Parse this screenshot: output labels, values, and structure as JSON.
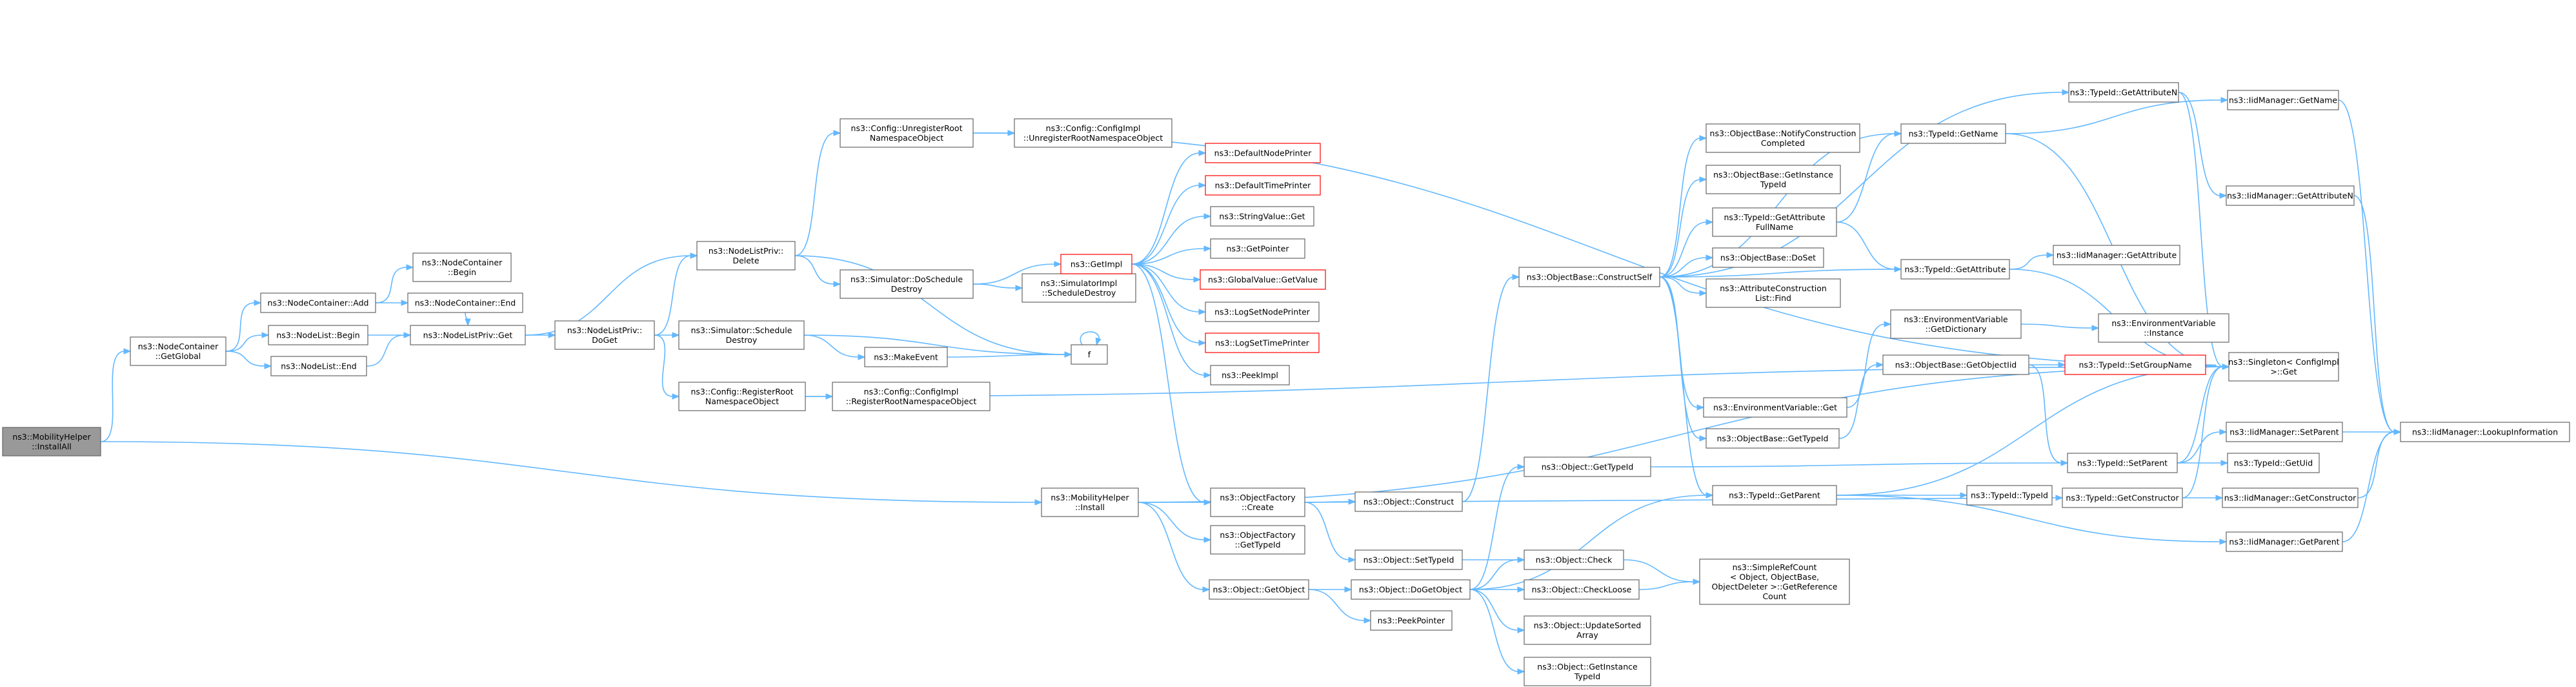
{
  "colors": {
    "edge": "#63b8ff",
    "node_border": "#666666",
    "node_border_incomplete": "#ff0000",
    "root_fill": "#999999",
    "node_fill": "#ffffff"
  },
  "nodes": [
    {
      "id": "n0",
      "lines": [
        "ns3::MobilityHelper",
        "::InstallAll"
      ],
      "root": true
    },
    {
      "id": "n1",
      "lines": [
        "ns3::NodeContainer",
        "::GetGlobal"
      ]
    },
    {
      "id": "n2",
      "lines": [
        "ns3::NodeContainer::Add"
      ]
    },
    {
      "id": "n3",
      "lines": [
        "ns3::NodeList::Begin"
      ]
    },
    {
      "id": "n4",
      "lines": [
        "ns3::NodeList::End"
      ]
    },
    {
      "id": "n5",
      "lines": [
        "ns3::NodeContainer",
        "::Begin"
      ]
    },
    {
      "id": "n6",
      "lines": [
        "ns3::NodeContainer::End"
      ]
    },
    {
      "id": "n7",
      "lines": [
        "ns3::NodeListPriv::Get"
      ]
    },
    {
      "id": "n8",
      "lines": [
        "ns3::NodeListPriv::",
        "DoGet"
      ]
    },
    {
      "id": "n9",
      "lines": [
        "ns3::NodeListPriv::",
        "Delete"
      ]
    },
    {
      "id": "n10",
      "lines": [
        "ns3::Config::UnregisterRoot",
        "NamespaceObject"
      ]
    },
    {
      "id": "n11",
      "lines": [
        "ns3::Config::ConfigImpl",
        "::UnregisterRootNamespaceObject"
      ]
    },
    {
      "id": "n12",
      "lines": [
        "ns3::Simulator::DoSchedule",
        "Destroy"
      ]
    },
    {
      "id": "n13",
      "lines": [
        "ns3::Simulator::Schedule",
        "Destroy"
      ]
    },
    {
      "id": "n14",
      "lines": [
        "ns3::Config::RegisterRoot",
        "NamespaceObject"
      ]
    },
    {
      "id": "n15",
      "lines": [
        "ns3::Config::ConfigImpl",
        "::RegisterRootNamespaceObject"
      ]
    },
    {
      "id": "n16",
      "lines": [
        "ns3::MakeEvent"
      ]
    },
    {
      "id": "n17",
      "lines": [
        "ns3::SimulatorImpl",
        "::ScheduleDestroy"
      ]
    },
    {
      "id": "n18",
      "lines": [
        "ns3::GetImpl"
      ],
      "red": true
    },
    {
      "id": "n19",
      "lines": [
        "f"
      ]
    },
    {
      "id": "n20",
      "lines": [
        "ns3::DefaultNodePrinter"
      ],
      "red": true
    },
    {
      "id": "n21",
      "lines": [
        "ns3::DefaultTimePrinter"
      ],
      "red": true
    },
    {
      "id": "n22",
      "lines": [
        "ns3::StringValue::Get"
      ]
    },
    {
      "id": "n23",
      "lines": [
        "ns3::GetPointer"
      ]
    },
    {
      "id": "n24",
      "lines": [
        "ns3::GlobalValue::GetValue"
      ],
      "red": true
    },
    {
      "id": "n25",
      "lines": [
        "ns3::LogSetNodePrinter"
      ]
    },
    {
      "id": "n26",
      "lines": [
        "ns3::LogSetTimePrinter"
      ],
      "red": true
    },
    {
      "id": "n27",
      "lines": [
        "ns3::PeekImpl"
      ]
    },
    {
      "id": "n28",
      "lines": [
        "ns3::MobilityHelper",
        "::Install"
      ]
    },
    {
      "id": "n29",
      "lines": [
        "ns3::ObjectFactory",
        "::Create"
      ]
    },
    {
      "id": "n30",
      "lines": [
        "ns3::ObjectFactory",
        "::GetTypeId"
      ]
    },
    {
      "id": "n31",
      "lines": [
        "ns3::Object::GetObject"
      ]
    },
    {
      "id": "n32",
      "lines": [
        "ns3::Object::Construct"
      ]
    },
    {
      "id": "n33",
      "lines": [
        "ns3::Object::SetTypeId"
      ]
    },
    {
      "id": "n34",
      "lines": [
        "ns3::Object::DoGetObject"
      ]
    },
    {
      "id": "n35",
      "lines": [
        "ns3::PeekPointer"
      ]
    },
    {
      "id": "n36",
      "lines": [
        "ns3::ObjectBase::ConstructSelf"
      ]
    },
    {
      "id": "n37",
      "lines": [
        "ns3::Object::GetTypeId"
      ]
    },
    {
      "id": "n38",
      "lines": [
        "ns3::Object::Check"
      ]
    },
    {
      "id": "n39",
      "lines": [
        "ns3::Object::CheckLoose"
      ]
    },
    {
      "id": "n40",
      "lines": [
        "ns3::Object::UpdateSorted",
        "Array"
      ]
    },
    {
      "id": "n41",
      "lines": [
        "ns3::Object::GetInstance",
        "TypeId"
      ]
    },
    {
      "id": "n42",
      "lines": [
        "ns3::ObjectBase::NotifyConstruction",
        "Completed"
      ]
    },
    {
      "id": "n43",
      "lines": [
        "ns3::ObjectBase::GetInstance",
        "TypeId"
      ]
    },
    {
      "id": "n44",
      "lines": [
        "ns3::TypeId::GetAttribute",
        "FullName"
      ]
    },
    {
      "id": "n45",
      "lines": [
        "ns3::ObjectBase::DoSet"
      ]
    },
    {
      "id": "n46",
      "lines": [
        "ns3::AttributeConstruction",
        "List::Find"
      ]
    },
    {
      "id": "n47",
      "lines": [
        "ns3::EnvironmentVariable::Get"
      ]
    },
    {
      "id": "n48",
      "lines": [
        "ns3::ObjectBase::GetTypeId"
      ]
    },
    {
      "id": "n49",
      "lines": [
        "ns3::TypeId::GetParent"
      ]
    },
    {
      "id": "n50",
      "lines": [
        "ns3::SimpleRefCount",
        "< Object, ObjectBase,",
        "ObjectDeleter >::GetReference",
        "Count"
      ]
    },
    {
      "id": "n51",
      "lines": [
        "ns3::TypeId::GetName"
      ]
    },
    {
      "id": "n52",
      "lines": [
        "ns3::TypeId::GetAttribute"
      ]
    },
    {
      "id": "n53",
      "lines": [
        "ns3::EnvironmentVariable",
        "::GetDictionary"
      ]
    },
    {
      "id": "n54",
      "lines": [
        "ns3::ObjectBase::GetObjectIid"
      ]
    },
    {
      "id": "n55",
      "lines": [
        "ns3::TypeId::TypeId"
      ]
    },
    {
      "id": "n56",
      "lines": [
        "ns3::TypeId::GetAttributeN"
      ]
    },
    {
      "id": "n57",
      "lines": [
        "ns3::IidManager::GetAttribute"
      ]
    },
    {
      "id": "n58",
      "lines": [
        "ns3::EnvironmentVariable",
        "::Instance"
      ]
    },
    {
      "id": "n59",
      "lines": [
        "ns3::TypeId::SetGroupName"
      ],
      "red": true
    },
    {
      "id": "n60",
      "lines": [
        "ns3::TypeId::SetParent"
      ]
    },
    {
      "id": "n61",
      "lines": [
        "ns3::TypeId::GetConstructor"
      ]
    },
    {
      "id": "n62",
      "lines": [
        "ns3::IidManager::GetName"
      ]
    },
    {
      "id": "n63",
      "lines": [
        "ns3::IidManager::GetAttributeN"
      ]
    },
    {
      "id": "n64",
      "lines": [
        "ns3::Singleton< ConfigImpl",
        ">::Get"
      ]
    },
    {
      "id": "n65",
      "lines": [
        "ns3::IidManager::SetParent"
      ]
    },
    {
      "id": "n66",
      "lines": [
        "ns3::TypeId::GetUid"
      ]
    },
    {
      "id": "n67",
      "lines": [
        "ns3::IidManager::GetConstructor"
      ]
    },
    {
      "id": "n68",
      "lines": [
        "ns3::IidManager::GetParent"
      ]
    },
    {
      "id": "n69",
      "lines": [
        "ns3::IidManager::LookupInformation"
      ]
    }
  ],
  "edges": [
    [
      "n0",
      "n1"
    ],
    [
      "n0",
      "n28"
    ],
    [
      "n1",
      "n2"
    ],
    [
      "n1",
      "n3"
    ],
    [
      "n1",
      "n4"
    ],
    [
      "n2",
      "n5"
    ],
    [
      "n2",
      "n6"
    ],
    [
      "n3",
      "n7"
    ],
    [
      "n4",
      "n7"
    ],
    [
      "n6",
      "n7"
    ],
    [
      "n7",
      "n8"
    ],
    [
      "n7",
      "n9"
    ],
    [
      "n8",
      "n9"
    ],
    [
      "n8",
      "n13"
    ],
    [
      "n8",
      "n14"
    ],
    [
      "n9",
      "n10"
    ],
    [
      "n9",
      "n12"
    ],
    [
      "n9",
      "n19"
    ],
    [
      "n10",
      "n11"
    ],
    [
      "n10",
      "n64"
    ],
    [
      "n12",
      "n17"
    ],
    [
      "n12",
      "n18"
    ],
    [
      "n13",
      "n16"
    ],
    [
      "n13",
      "n19"
    ],
    [
      "n14",
      "n15"
    ],
    [
      "n14",
      "n64"
    ],
    [
      "n16",
      "n19"
    ],
    [
      "n19",
      "n19"
    ],
    [
      "n18",
      "n20"
    ],
    [
      "n18",
      "n21"
    ],
    [
      "n18",
      "n22"
    ],
    [
      "n18",
      "n23"
    ],
    [
      "n18",
      "n24"
    ],
    [
      "n18",
      "n25"
    ],
    [
      "n18",
      "n26"
    ],
    [
      "n18",
      "n27"
    ],
    [
      "n18",
      "n29"
    ],
    [
      "n28",
      "n29"
    ],
    [
      "n28",
      "n30"
    ],
    [
      "n28",
      "n31"
    ],
    [
      "n28",
      "n64"
    ],
    [
      "n29",
      "n32"
    ],
    [
      "n29",
      "n33"
    ],
    [
      "n29",
      "n61"
    ],
    [
      "n31",
      "n34"
    ],
    [
      "n31",
      "n35"
    ],
    [
      "n32",
      "n36"
    ],
    [
      "n33",
      "n38"
    ],
    [
      "n34",
      "n37"
    ],
    [
      "n34",
      "n38"
    ],
    [
      "n34",
      "n39"
    ],
    [
      "n34",
      "n40"
    ],
    [
      "n34",
      "n41"
    ],
    [
      "n34",
      "n49"
    ],
    [
      "n36",
      "n42"
    ],
    [
      "n36",
      "n43"
    ],
    [
      "n36",
      "n44"
    ],
    [
      "n36",
      "n45"
    ],
    [
      "n36",
      "n46"
    ],
    [
      "n36",
      "n47"
    ],
    [
      "n36",
      "n48"
    ],
    [
      "n36",
      "n49"
    ],
    [
      "n36",
      "n51"
    ],
    [
      "n36",
      "n52"
    ],
    [
      "n36",
      "n56"
    ],
    [
      "n37",
      "n60"
    ],
    [
      "n38",
      "n50"
    ],
    [
      "n39",
      "n50"
    ],
    [
      "n44",
      "n51"
    ],
    [
      "n44",
      "n52"
    ],
    [
      "n47",
      "n53"
    ],
    [
      "n48",
      "n54"
    ],
    [
      "n49",
      "n55"
    ],
    [
      "n49",
      "n64"
    ],
    [
      "n49",
      "n68"
    ],
    [
      "n51",
      "n62"
    ],
    [
      "n51",
      "n64"
    ],
    [
      "n52",
      "n57"
    ],
    [
      "n52",
      "n64"
    ],
    [
      "n53",
      "n58"
    ],
    [
      "n54",
      "n59"
    ],
    [
      "n54",
      "n60"
    ],
    [
      "n56",
      "n63"
    ],
    [
      "n56",
      "n64"
    ],
    [
      "n59",
      "n64"
    ],
    [
      "n60",
      "n64"
    ],
    [
      "n60",
      "n65"
    ],
    [
      "n60",
      "n66"
    ],
    [
      "n61",
      "n64"
    ],
    [
      "n61",
      "n67"
    ],
    [
      "n62",
      "n69"
    ],
    [
      "n63",
      "n69"
    ],
    [
      "n65",
      "n69"
    ],
    [
      "n67",
      "n69"
    ],
    [
      "n68",
      "n69"
    ]
  ]
}
